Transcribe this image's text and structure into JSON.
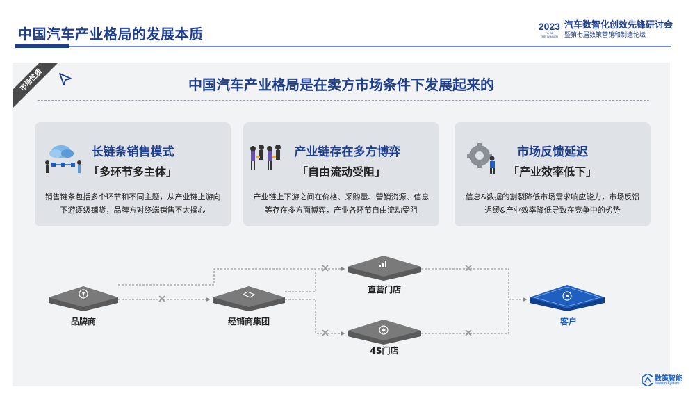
{
  "header": {
    "title": "中国汽车产业格局的发展本质",
    "brand_year": "2023",
    "brand_tag_1": "TO BE",
    "brand_tag_2": "THE WINNER",
    "brand_line1": "汽车数智化创效先锋研讨会",
    "brand_line2": "暨第七届数策营销和制造论坛"
  },
  "corner_tag": "市场性质",
  "headline": "中国汽车产业格局是在卖方市场条件下发展起来的",
  "cards": [
    {
      "title": "长链条销售模式",
      "subtitle": "「多环节多主体」",
      "text": "销售链条包括多个环节和不同主题，从产业链上游向下游逐级铺货，品牌方对终端销售不太操心"
    },
    {
      "title": "产业链存在多方博弈",
      "subtitle": "「自由流动受阻」",
      "text": "产业链上下游之间在价格、采购量、营销资源、信息等存在多方面博弈，产业各环节自由流动受阻"
    },
    {
      "title": "市场反馈延迟",
      "subtitle": "「产业效率低下」",
      "text": "信息&数据的割裂降低市场需求响应能力，市场反馈迟缓&产业效率降低导致在竞争中的劣势"
    }
  ],
  "flow": {
    "nodes": {
      "brand": "品牌商",
      "dealer": "经销商集团",
      "direct": "直营门店",
      "fours": "4S门店",
      "customer": "客户"
    },
    "icons": {
      "brand": "person-tie-icon",
      "dealer": "handshake-icon",
      "direct": "bar-chart-icon",
      "fours": "target-icon",
      "customer": "gear-icon"
    }
  },
  "footer": {
    "logo_text": "数策智能",
    "logo_sub": "Mattern System"
  },
  "colors": {
    "primary": "#1e3f8f",
    "accent": "#1e5fbf",
    "card_bg": "#dfe2e7",
    "panel_bg": "#f2f3f5",
    "node_gray": "#6e6e6e"
  }
}
